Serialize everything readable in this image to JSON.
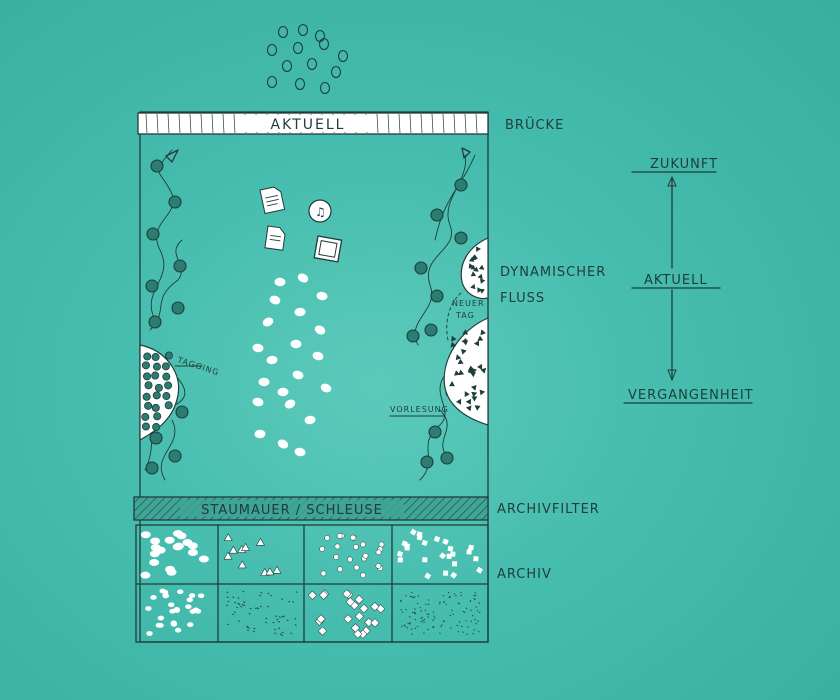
{
  "labels": {
    "bridge_box": "AKTUELL",
    "bridge_side": "BRÜCKE",
    "dynamic_flow_line1": "DYNAMISCHER",
    "dynamic_flow_line2": "FLUSS",
    "tagging": "TAGGING",
    "new_tag_line1": "NEUER",
    "new_tag_line2": "TAG",
    "lecture": "VORLESUNG",
    "dam": "STAUMAUER / SCHLEUSE",
    "archive_filter": "ARCHIVFILTER",
    "archive": "ARCHIV"
  },
  "timeline": {
    "future": "ZUKUNFT",
    "current": "AKTUELL",
    "past": "VERGANGENHEIT"
  },
  "colors": {
    "background": "#45bcae",
    "ink": "#1f3d3a",
    "dark_item": "#2b7d72",
    "light_item": "#ffffff"
  },
  "icons": [
    "document-icon",
    "music-note-icon",
    "document-icon",
    "image-frame-icon"
  ]
}
